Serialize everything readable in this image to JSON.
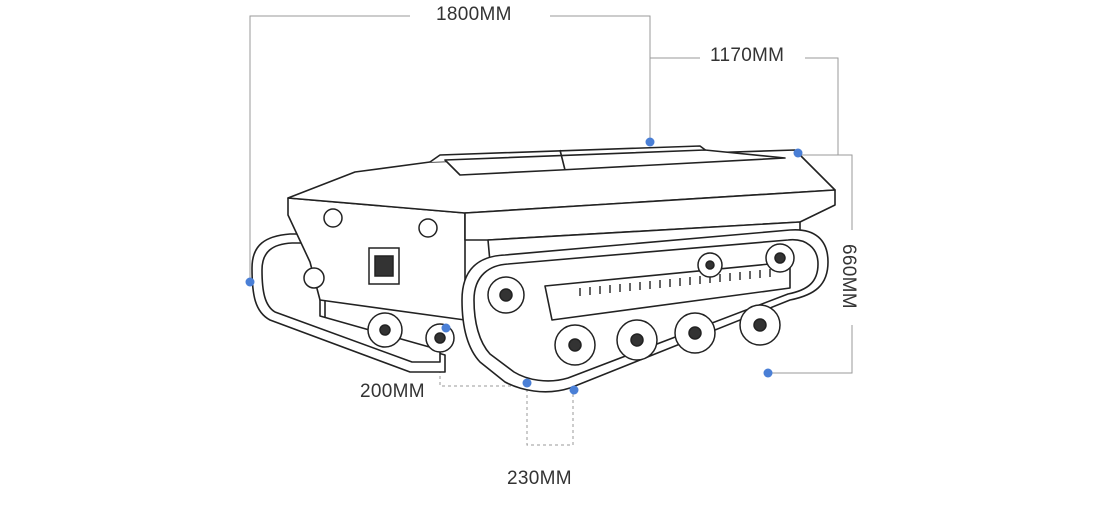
{
  "dimensions": {
    "length": "1800MM",
    "width": "1170MM",
    "height": "660MM",
    "ground_clearance": "200MM",
    "track_width": "230MM"
  },
  "colors": {
    "line": "#222222",
    "dimension_line": "#9a9a9a",
    "marker": "#4a7fd6",
    "background": "#ffffff"
  }
}
